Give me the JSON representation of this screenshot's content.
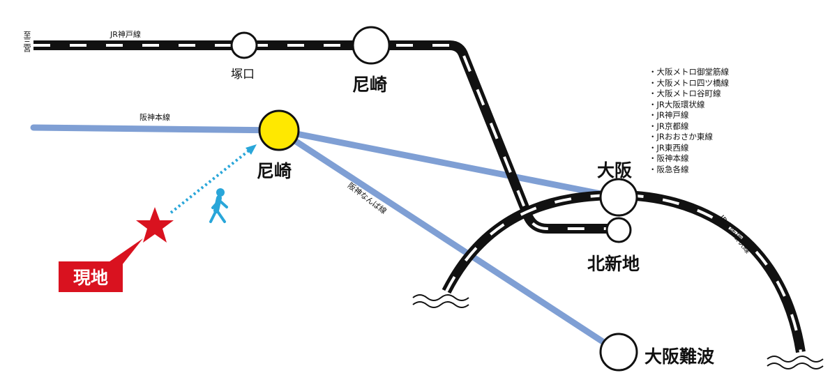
{
  "lines": {
    "jr_kobe": "JR神戸線",
    "hanshin_main": "阪神本線",
    "hanshin_namba": "阪神なんば線",
    "jr_loop": "JR大阪環状線",
    "to_sannomiya": "至三宮"
  },
  "stations": {
    "tsukaguchi": "塚口",
    "jr_amagasaki": "尼崎",
    "hanshin_amagasaki": "尼崎",
    "osaka": "大阪",
    "kitashinchi": "北新地",
    "osaka_namba": "大阪難波"
  },
  "osaka_transfer_lines": [
    "・大阪メトロ御堂筋線",
    "・大阪メトロ四ツ橋線",
    "・大阪メトロ谷町線",
    "・JR大阪環状線",
    "・JR神戸線",
    "・JR京都線",
    "・JRおおさか東線",
    "・JR東西線",
    "・阪神本線",
    "・阪急各線"
  ],
  "site_label": "現地",
  "colors": {
    "hanshin": "#7f9fd4",
    "highlight_station": "#ffe800",
    "site": "#d9121f",
    "walk": "#29a6d9"
  }
}
